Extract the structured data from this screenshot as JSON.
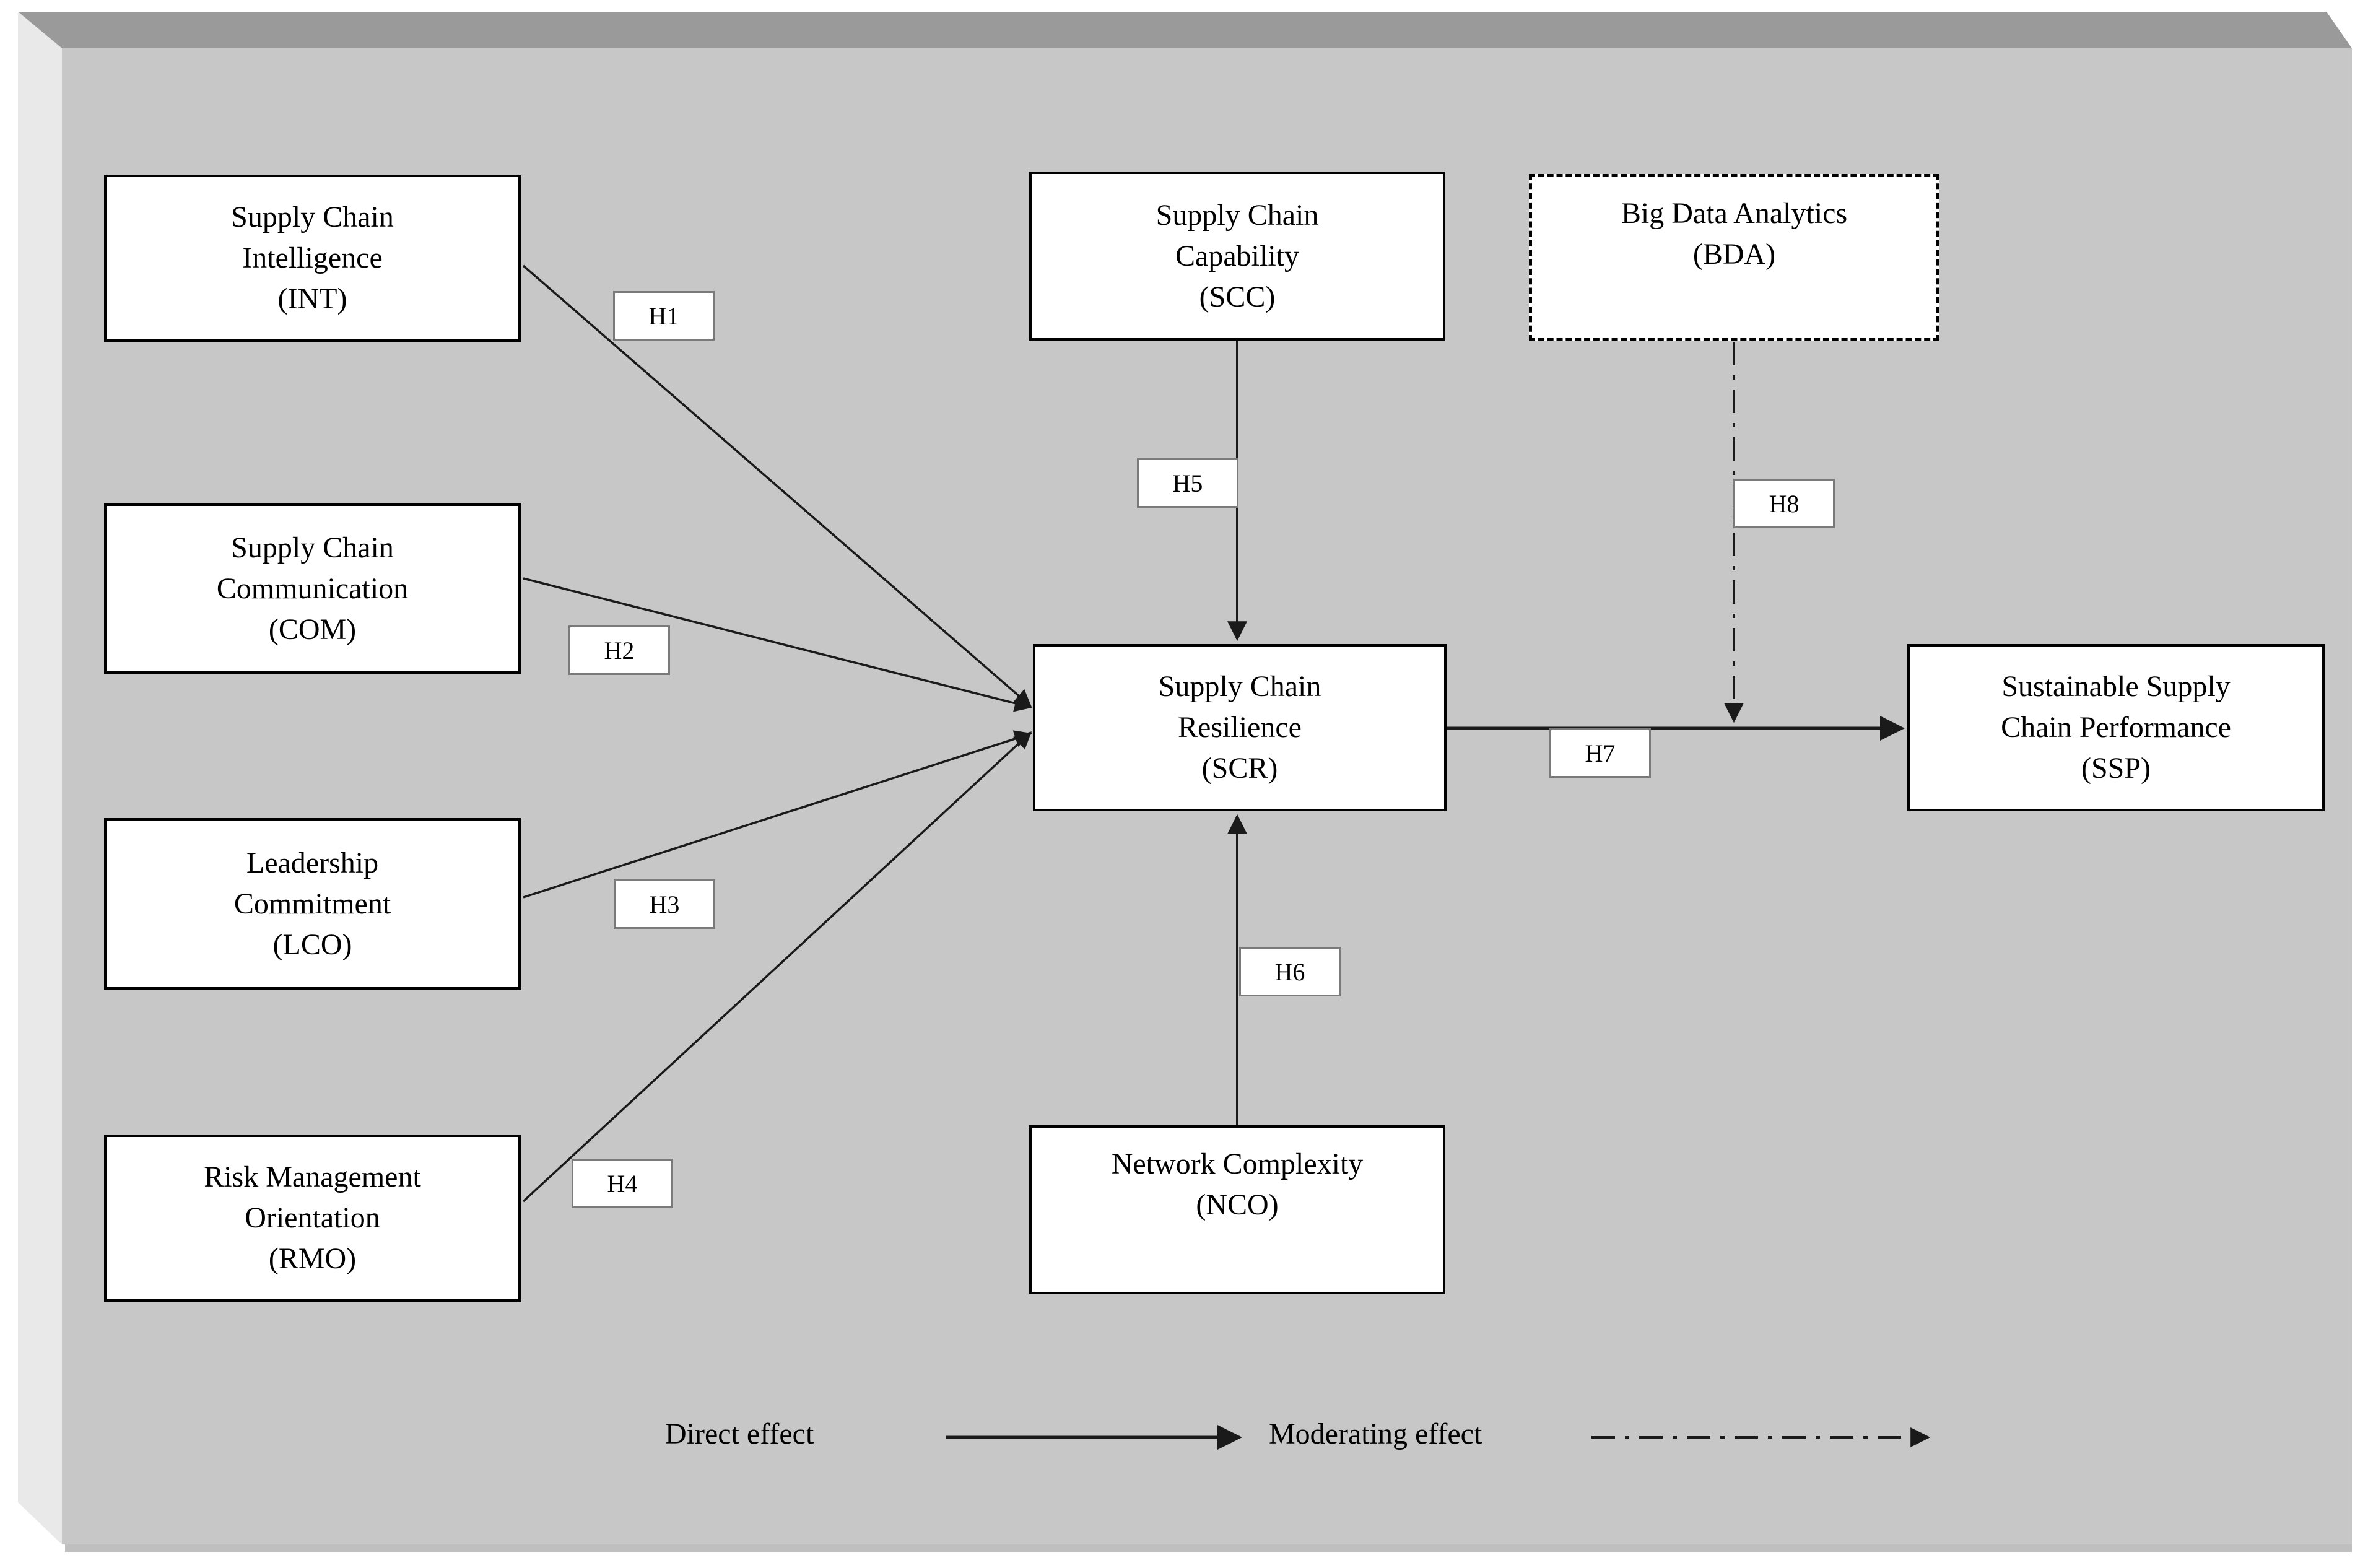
{
  "figure": {
    "description": "Conceptual research model diagram",
    "type": "structural-model"
  },
  "boxes": {
    "int": {
      "l1": "Supply Chain",
      "l2": "Intelligence",
      "l3": "(INT)"
    },
    "com": {
      "l1": "Supply Chain",
      "l2": "Communication",
      "l3": "(COM)"
    },
    "lco": {
      "l1": "Leadership",
      "l2": "Commitment",
      "l3": "(LCO)"
    },
    "rmo": {
      "l1": "Risk Management",
      "l2": "Orientation",
      "l3": "(RMO)"
    },
    "scc": {
      "l1": "Supply Chain",
      "l2": "Capability",
      "l3": "(SCC)"
    },
    "bda": {
      "l1": "Big Data Analytics",
      "l2": "(BDA)"
    },
    "scr": {
      "l1": "Supply Chain",
      "l2": "Resilience",
      "l3": "(SCR)"
    },
    "nco": {
      "l1": "Network Complexity",
      "l2": "(NCO)"
    },
    "ssp": {
      "l1": "Sustainable Supply",
      "l2": "Chain Performance",
      "l3": "(SSP)"
    }
  },
  "hypotheses": {
    "h1": "H1",
    "h2": "H2",
    "h3": "H3",
    "h4": "H4",
    "h5": "H5",
    "h6": "H6",
    "h7": "H7",
    "h8": "H8"
  },
  "legend": {
    "direct": "Direct effect",
    "moderating": "Moderating effect"
  },
  "colors": {
    "page_bg": "#ffffff",
    "panel_bg": "#c7c7c7",
    "panel_top_bevel": "#9a9a9a",
    "panel_left_bevel": "#e9e9e9",
    "panel_bottom_shadow": "#bfbfbf",
    "box_bg": "#ffffff",
    "box_border": "#000000",
    "hypothesis_label_border": "#7a7a7a",
    "line_color": "#1a1a1a",
    "text_color": "#000000"
  }
}
